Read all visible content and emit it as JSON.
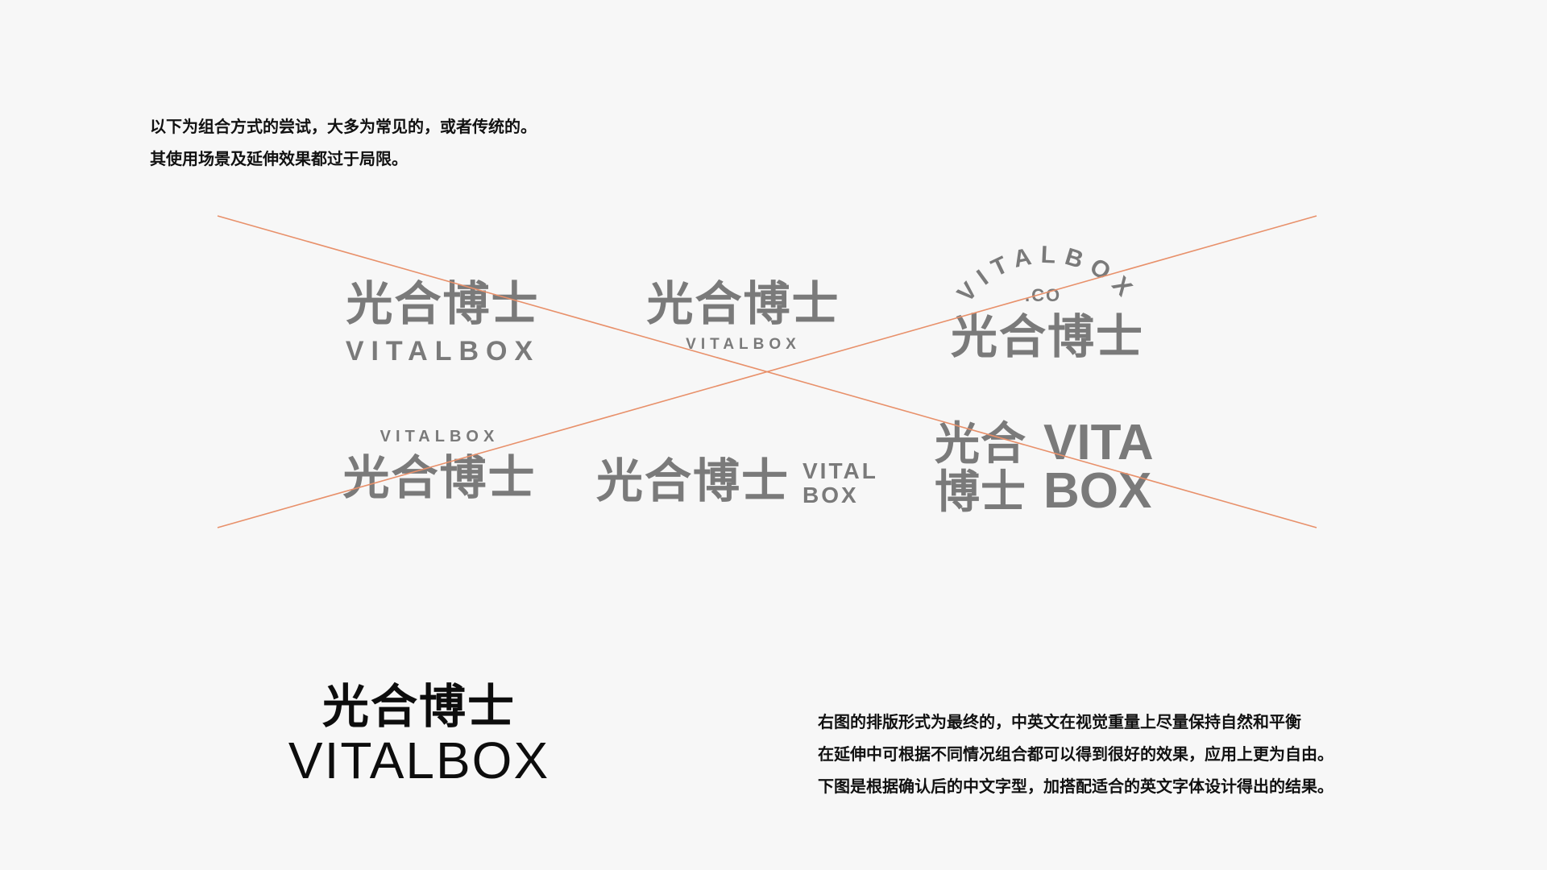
{
  "intro": {
    "line1": "以下为组合方式的尝试，大多为常见的，或者传统的。",
    "line2": "其使用场景及延伸效果都过于局限。"
  },
  "colors": {
    "background": "#f7f7f7",
    "logo_gray": "#7a7a7a",
    "cross_line": "#e8906a",
    "text": "#111111"
  },
  "variants": {
    "v1": {
      "cn": "光合博士",
      "en": "VITALBOX"
    },
    "v2": {
      "cn": "光合博士",
      "en": "VITALBOX"
    },
    "v3": {
      "cn": "光合博士",
      "en_arc": "VITALBOX",
      "en_sub": ".CO"
    },
    "v4": {
      "cn": "光合博士",
      "en": "VITALBOX"
    },
    "v5": {
      "cn": "光合博士",
      "en_top": "VITAL",
      "en_bottom": "BOX"
    },
    "v6": {
      "cn_top": "光合",
      "en_top": "VITA",
      "cn_bottom": "博士",
      "en_bottom": "BOX"
    }
  },
  "final_logo": {
    "cn": "光合博士",
    "en": "VITALBOX"
  },
  "closing": {
    "line1": "右图的排版形式为最终的，中英文在视觉重量上尽量保持自然和平衡",
    "line2": "在延伸中可根据不同情况组合都可以得到很好的效果，应用上更为自由。",
    "line3": "下图是根据确认后的中文字型，加搭配适合的英文字体设计得出的结果。"
  }
}
